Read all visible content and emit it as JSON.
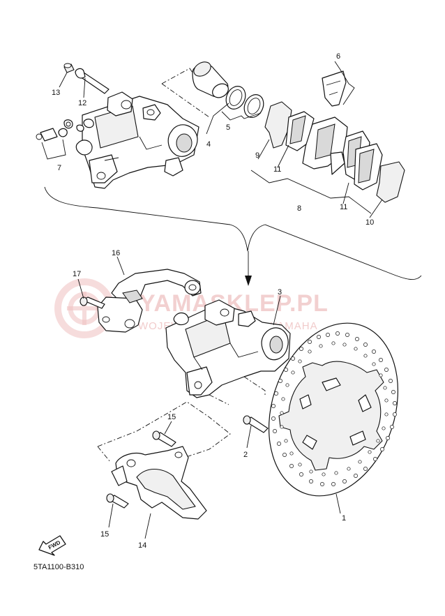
{
  "diagram_code": "5TA1100-B310",
  "fwd_label": "FWD",
  "watermark": {
    "main": "YAMASKLEP.PL",
    "sub": "WOJEWÓDZKI DEALER YAMAHA"
  },
  "callouts": {
    "c1": "1",
    "c2": "2",
    "c3": "3",
    "c4": "4",
    "c5": "5",
    "c6": "6",
    "c7": "7",
    "c8": "8",
    "c9": "9",
    "c10": "10",
    "c11a": "11",
    "c11b": "11",
    "c12": "12",
    "c13": "13",
    "c14": "14",
    "c15a": "15",
    "c15b": "15",
    "c16": "16",
    "c17": "17"
  }
}
